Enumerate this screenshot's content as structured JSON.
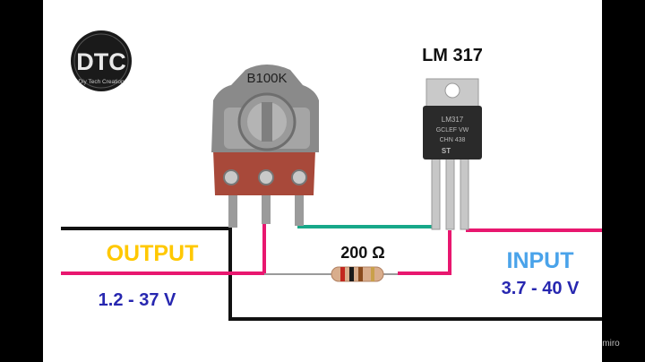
{
  "logo": {
    "mark": "DTC",
    "caption": "Diy Tech Creation"
  },
  "potentiometer": {
    "marking": "B100K"
  },
  "regulator": {
    "title": "LM 317",
    "markings": [
      "LM317",
      "GCLEF VW",
      "CHN 438"
    ],
    "brand": "ST"
  },
  "resistor": {
    "label": "200 Ω"
  },
  "output": {
    "label": "OUTPUT",
    "range": "1.2 - 37 V"
  },
  "input": {
    "label": "INPUT",
    "range": "3.7 - 40 V"
  },
  "watermark": "miro",
  "colors": {
    "output_label": "#ffc800",
    "input_label": "#4aa3ea",
    "range_text": "#2727b0",
    "wire_black": "#111111",
    "wire_red": "#e8176f",
    "wire_green": "#17a889"
  }
}
